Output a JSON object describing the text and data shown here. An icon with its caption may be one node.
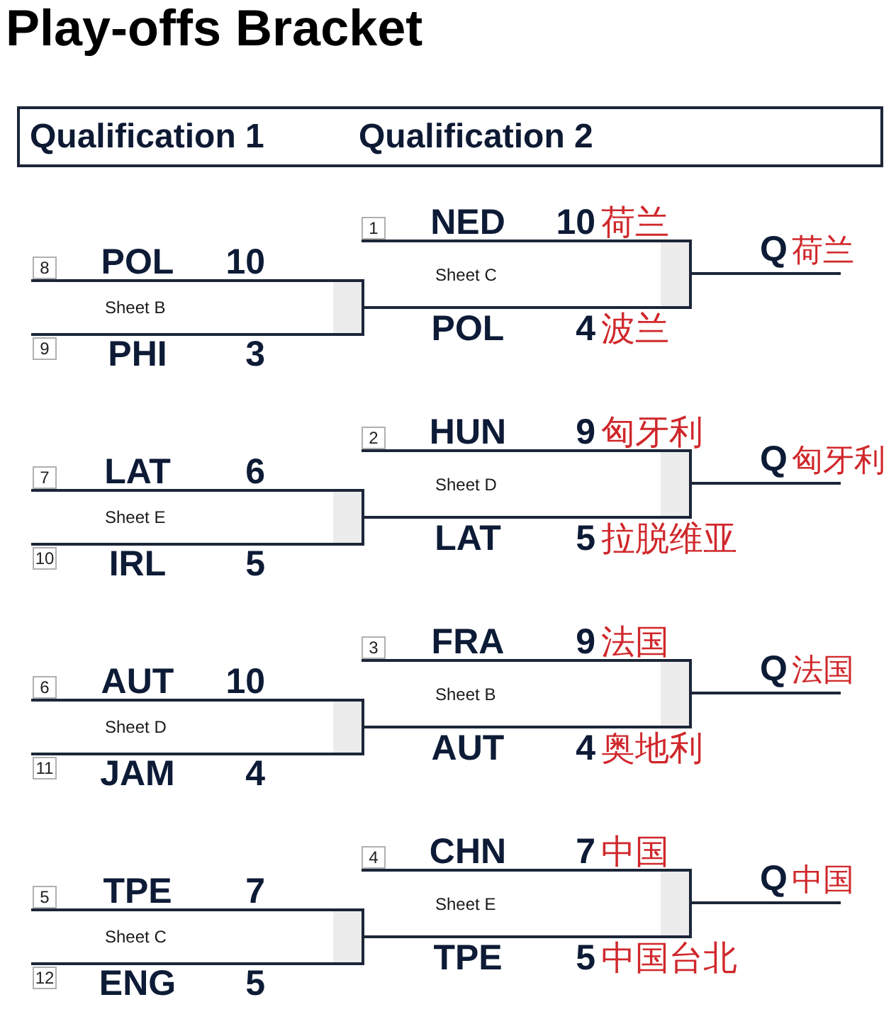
{
  "diagram": {
    "title": "Play-offs Bracket",
    "nodes": [
      {
        "text": [
          "Qualification 1",
          "Qualification 2"
        ]
      },
      {
        "text": [
          "8"
        ]
      },
      {
        "text": [
          "Sheet B"
        ],
        "beside": [
          "POL",
          "10",
          "PHI",
          "3"
        ]
      },
      {
        "text": [
          "9"
        ]
      },
      {
        "text": [
          "1"
        ]
      },
      {
        "text": [
          "Sheet C"
        ],
        "beside": [
          "NED",
          "10",
          "荷兰",
          "POL",
          "4",
          "波兰"
        ]
      },
      {
        "text": [
          "Q",
          "荷兰"
        ]
      },
      {
        "text": [
          "7"
        ]
      },
      {
        "text": [
          "Sheet E"
        ],
        "beside": [
          "LAT",
          "6",
          "IRL",
          "5"
        ]
      },
      {
        "text": [
          "10"
        ]
      },
      {
        "text": [
          "2"
        ]
      },
      {
        "text": [
          "Sheet D"
        ],
        "beside": [
          "HUN",
          "9",
          "匈牙利",
          "LAT",
          "5",
          "拉脱维亚"
        ]
      },
      {
        "text": [
          "Q",
          "匈牙利"
        ]
      },
      {
        "text": [
          "6"
        ]
      },
      {
        "text": [
          "Sheet D"
        ],
        "beside": [
          "AUT",
          "10",
          "JAM",
          "4"
        ]
      },
      {
        "text": [
          "11"
        ]
      },
      {
        "text": [
          "3"
        ]
      },
      {
        "text": [
          "Sheet B"
        ],
        "beside": [
          "FRA",
          "9",
          "法国",
          "AUT",
          "4",
          "奥地利"
        ]
      },
      {
        "text": [
          "Q",
          "法国"
        ]
      },
      {
        "text": [
          "5"
        ]
      },
      {
        "text": [
          "Sheet C"
        ],
        "beside": [
          "TPE",
          "7",
          "ENG",
          "5"
        ]
      },
      {
        "text": [
          "12"
        ]
      },
      {
        "text": [
          "4"
        ]
      },
      {
        "text": [
          "Sheet E"
        ],
        "beside": [
          "CHN",
          "7",
          "中国",
          "TPE",
          "5",
          "中国台北"
        ]
      },
      {
        "text": [
          "Q",
          "中国"
        ]
      }
    ],
    "edges": [
      {
        "from": 2,
        "to": 5,
        "arrow": "none"
      },
      {
        "from": 5,
        "to": 6,
        "arrow": "none"
      },
      {
        "from": 8,
        "to": 11,
        "arrow": "none"
      },
      {
        "from": 11,
        "to": 12,
        "arrow": "none"
      },
      {
        "from": 14,
        "to": 17,
        "arrow": "none"
      },
      {
        "from": 17,
        "to": 18,
        "arrow": "none"
      },
      {
        "from": 20,
        "to": 23,
        "arrow": "none"
      },
      {
        "from": 23,
        "to": 24,
        "arrow": "none"
      }
    ]
  }
}
